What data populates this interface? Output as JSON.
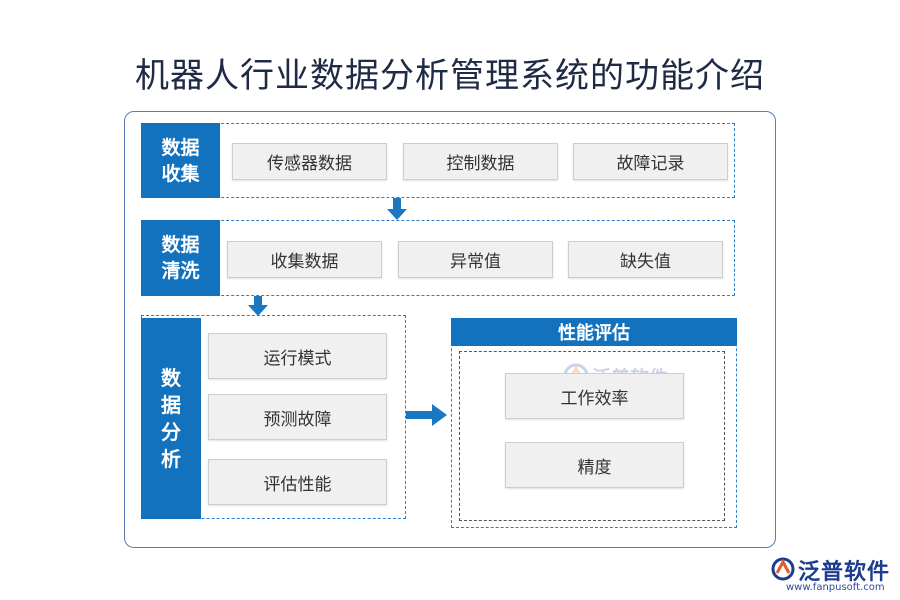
{
  "title": "机器人行业数据分析管理系统的功能介绍",
  "sections": {
    "collect": {
      "label": "数据收集",
      "items": [
        "传感器数据",
        "控制数据",
        "故障记录"
      ]
    },
    "clean": {
      "label": "数据清洗",
      "items": [
        "收集数据",
        "异常值",
        "缺失值"
      ]
    },
    "analysis": {
      "label": "数据分析",
      "items": [
        "运行模式",
        "预测故障",
        "评估性能"
      ]
    },
    "performance": {
      "label": "性能评估",
      "items": [
        "工作效率",
        "精度"
      ]
    }
  },
  "brand": {
    "name": "泛普软件",
    "url": "www.fanpusoft.com",
    "watermark": "泛普软件"
  },
  "colors": {
    "primary_blue": "#1272bd",
    "dashed_blue": "#2f7ec9",
    "outer_border": "#5b7bb9",
    "item_bg": "#f0f0f0"
  },
  "icons": {
    "arrow_down": "arrow-down-icon",
    "arrow_right": "arrow-right-icon",
    "logo": "fanpu-logo-icon"
  }
}
